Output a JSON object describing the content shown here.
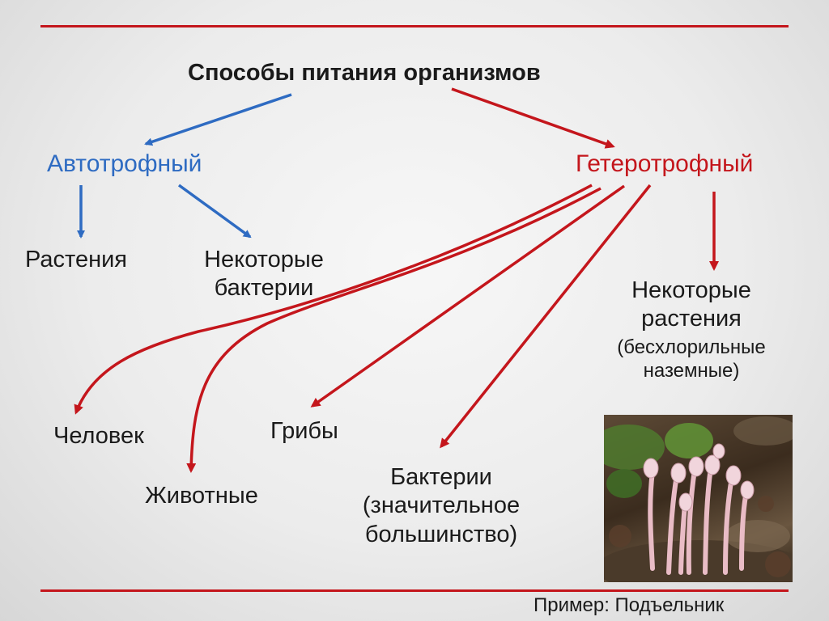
{
  "title": "Способы питания организмов",
  "branches": {
    "auto": {
      "label": "Автотрофный",
      "color": "#2e6bc2",
      "items": [
        "Растения",
        "Некоторые",
        "бактерии"
      ]
    },
    "hetero": {
      "label": "Гетеротрофный",
      "color": "#c4161c",
      "plants": [
        "Некоторые",
        "растения",
        "(бесхлорильные",
        "наземные)"
      ],
      "items": {
        "human": "Человек",
        "animals": "Животные",
        "fungi": "Грибы",
        "bacteria": [
          "Бактерии",
          "(значительное",
          "большинство)"
        ]
      }
    }
  },
  "example_caption": "Пример: Подъельник",
  "colors": {
    "accent_red": "#c4161c",
    "accent_blue": "#2e6bc2"
  }
}
